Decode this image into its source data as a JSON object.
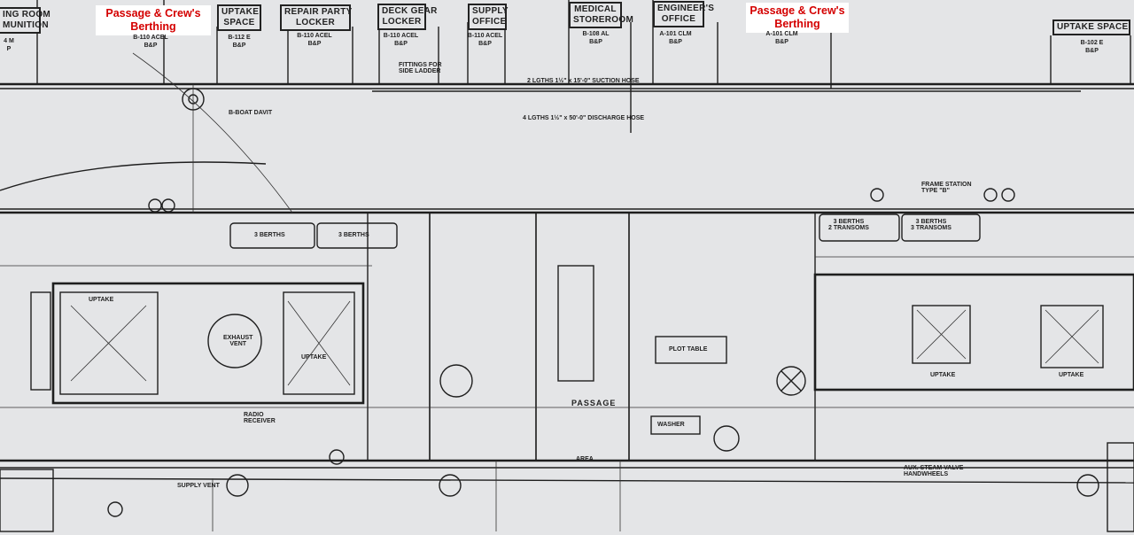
{
  "callouts": [
    "Passage & Crew's Berthing",
    "Passage & Crew's Berthing"
  ],
  "rooms": [
    {
      "name": "ING ROOM\nMUNITION",
      "code": "4 M\nP"
    },
    {
      "name": "UPTAKE\nSPACE",
      "code": "B-112 E\nB&P"
    },
    {
      "name": "REPAIR PARTY\nLOCKER",
      "code": "B-110 ACEL\nB&P"
    },
    {
      "name": "DECK GEAR\nLOCKER",
      "code": "B-110 ACEL\nB&P"
    },
    {
      "name": "SUPPLY\nOFFICE",
      "code": "B-110 ACEL\nB&P"
    },
    {
      "name": "MEDICAL\nSTOREROOM",
      "code": "B-108 AL\nB&P"
    },
    {
      "name": "ENGINEER'S\nOFFICE",
      "code": "A-101 CLM\nB&P"
    },
    {
      "name": "UPTAKE SPACE",
      "code": "B-102 E\nB&P"
    }
  ],
  "berthing_codes": [
    "B-110 ACEL\nB&P",
    "A-101 CLM\nB&P"
  ],
  "plan_labels": {
    "passage": "PASSAGE",
    "berths1": "3 BERTHS",
    "berths2": "3 BERTHS",
    "berths3": "3 BERTHS\n2 TRANSOMS",
    "berths4": "3 BERTHS\n3 TRANSOMS",
    "uptake1": "UPTAKE",
    "uptake2": "UPTAKE",
    "uptake3": "UPTAKE",
    "uptake4": "UPTAKE",
    "exhaust": "EXHAUST\nVENT",
    "boat_davit": "B-BOAT DAVIT",
    "suction_hose": "2 LGTHS 1½\" x 15'-0\" SUCTION HOSE",
    "fittings": "FITTINGS FOR\nSIDE LADDER",
    "discharge": "4 LGTHS 1½\" x 50'-0\" DISCHARGE HOSE",
    "plot_table": "PLOT TABLE",
    "washer": "WASHER",
    "area": "AREA",
    "steam_valve": "AUX. STEAM VALVE\nHANDWHEELS",
    "supply_vent": "SUPPLY VENT",
    "radio": "RADIO\nRECEIVER",
    "frame": "FRAME STATION\nTYPE \"B\""
  }
}
